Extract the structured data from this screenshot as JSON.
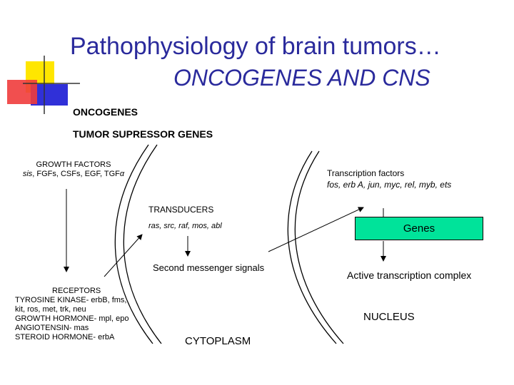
{
  "title": {
    "line1": "Pathophysiology of brain tumors…",
    "line2": "ONCOGENES AND CNS"
  },
  "headings": {
    "oncogenes": "ONCOGENES",
    "tumor_suppressor": "TUMOR SUPRESSOR GENES"
  },
  "growth_factors": {
    "label": "GROWTH FACTORS",
    "members_italic": "sis",
    "members_rest": ", FGFs, CSFs, EGF, TGF",
    "alpha": "α"
  },
  "receptors": {
    "label": "RECEPTORS",
    "lines": [
      "TYROSINE KINASE- erbB, fms,",
      "kit, ros, met, trk, neu",
      "GROWTH HORMONE- mpl, epo",
      "ANGIOTENSIN- mas",
      "STEROID HORMONE- erbA"
    ]
  },
  "transducers": {
    "label": "TRANSDUCERS",
    "members": "ras, src, raf, mos, abl"
  },
  "second_messenger": "Second messenger signals",
  "transcription_factors": {
    "label": "Transcription factors",
    "members": "fos, erb A, jun, myc, rel, myb, ets"
  },
  "genes_box": "Genes",
  "active_complex": "Active transcription complex",
  "regions": {
    "nucleus": "NUCLEUS",
    "cytoplasm": "CYTOPLASM"
  },
  "colors": {
    "title": "#2a2a9c",
    "genes_fill": "#00e39a",
    "deco_yellow": "#ffe600",
    "deco_red": "#f03c3c",
    "deco_blue": "#3030d8"
  }
}
